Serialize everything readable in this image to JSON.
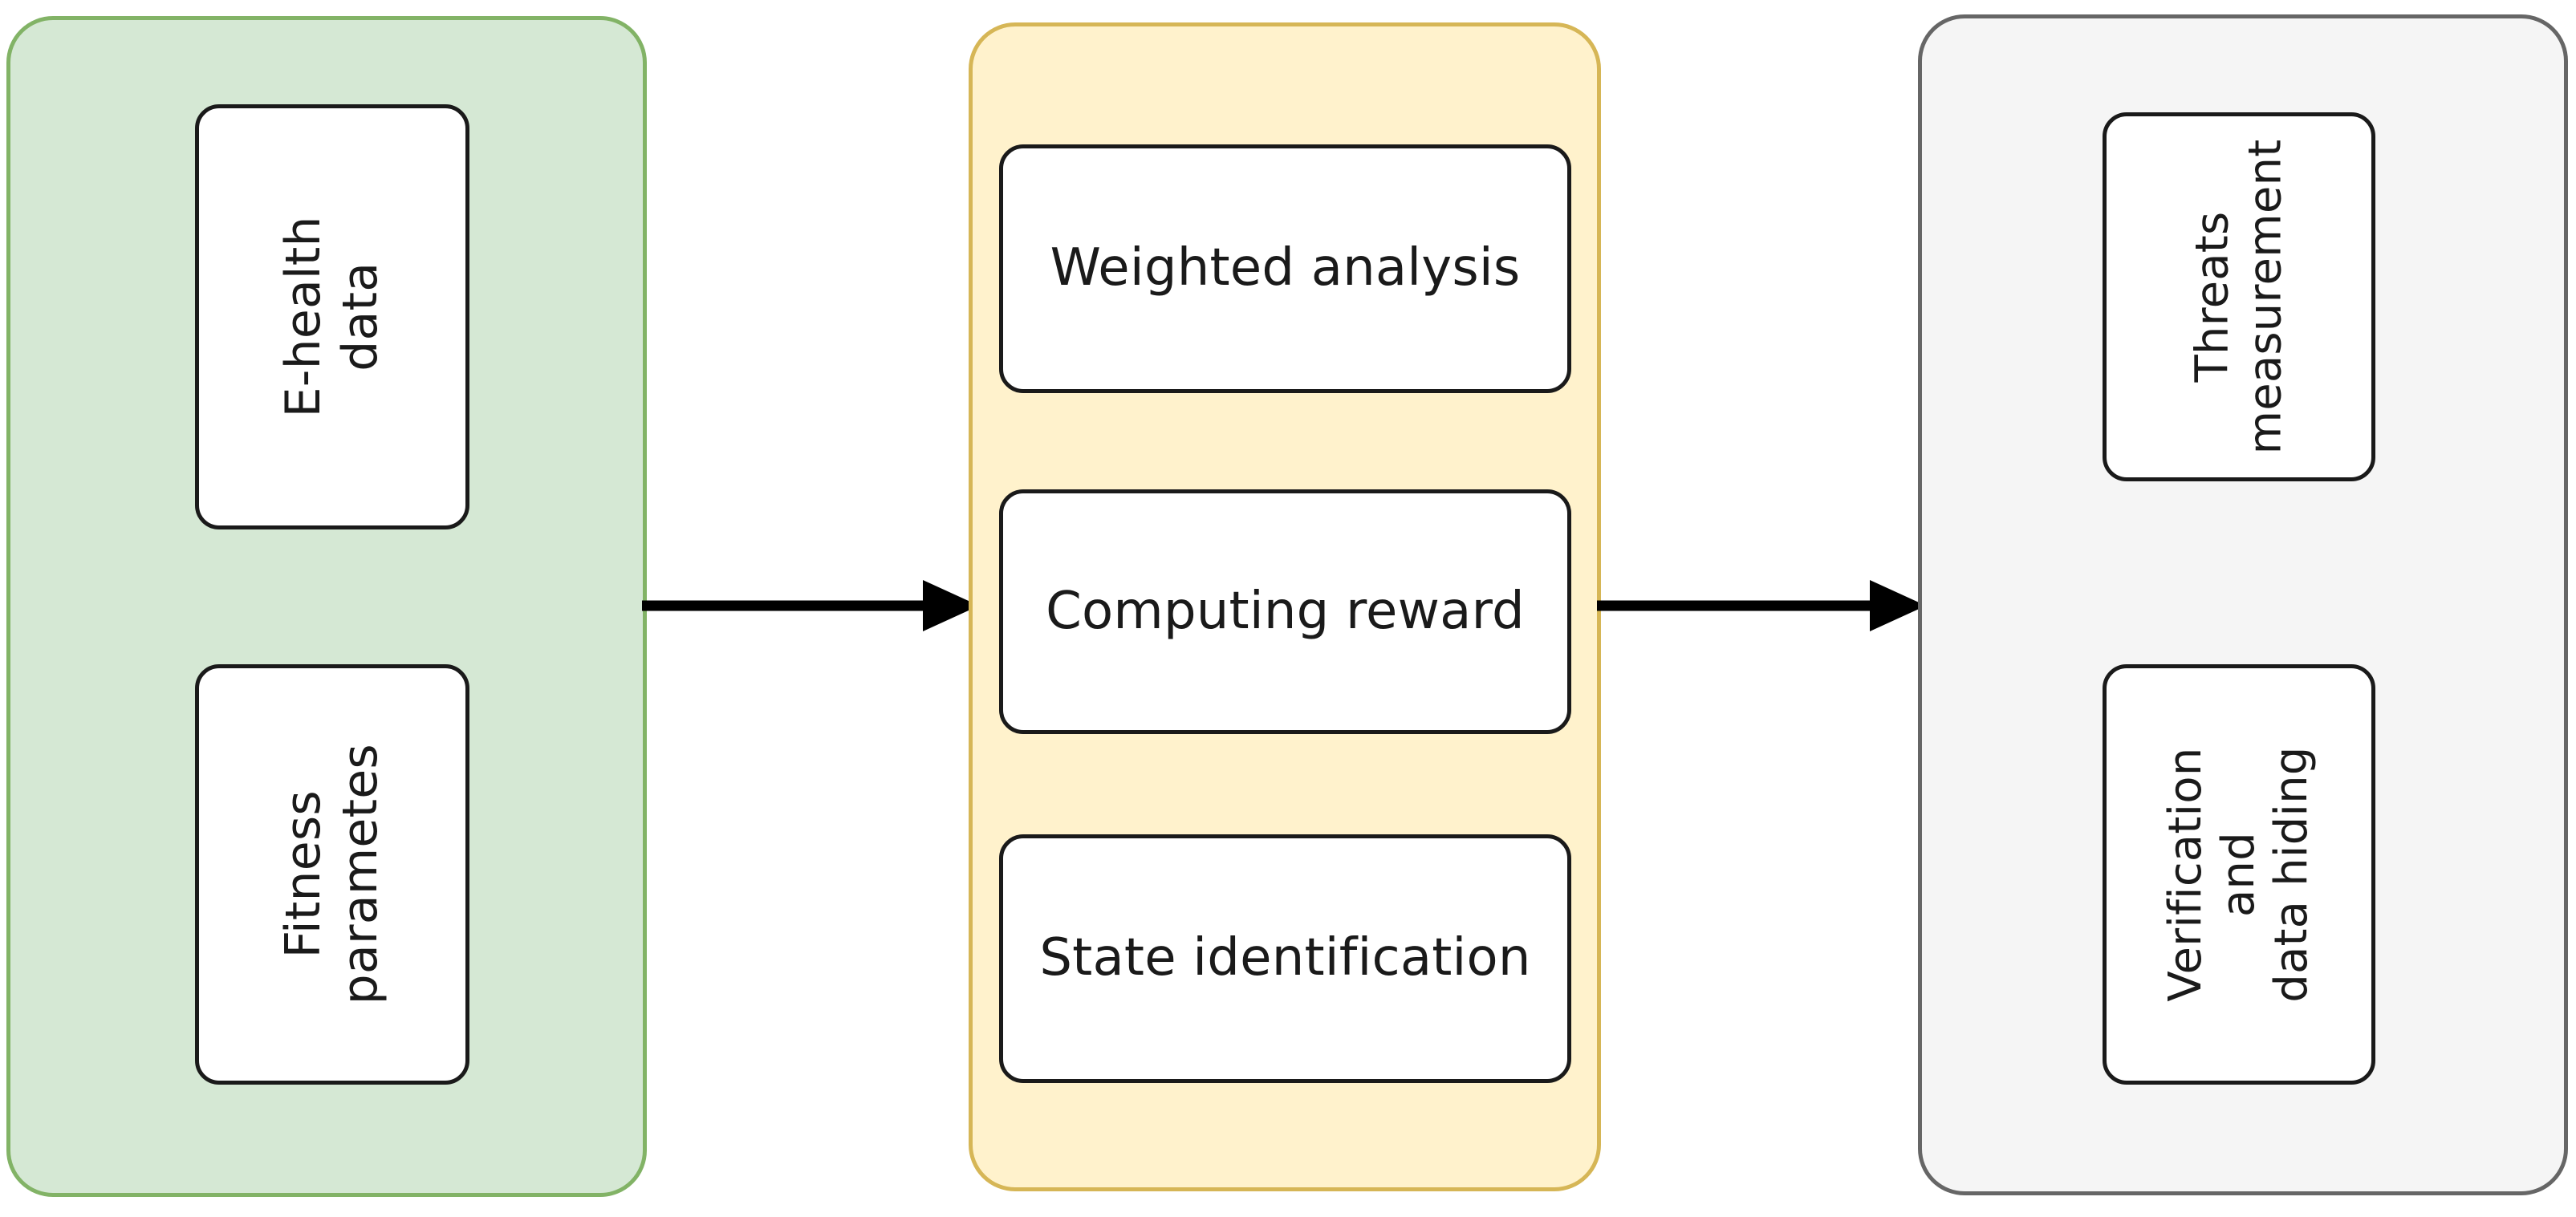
{
  "diagram": {
    "type": "three-stage-pipeline-flowchart",
    "groups": [
      {
        "id": "input-group",
        "name": "green-input-group",
        "fill": "#d5e8d4",
        "stroke": "#82b366",
        "nodes": [
          {
            "id": "e-health-data",
            "label": "E-health data",
            "orientation": "vertical"
          },
          {
            "id": "fitness-parametes",
            "label": "Fitness\nparametes",
            "orientation": "vertical"
          }
        ]
      },
      {
        "id": "processing-group",
        "name": "yellow-processing-group",
        "fill": "#fff2cc",
        "stroke": "#d6b656",
        "nodes": [
          {
            "id": "weighted-analysis",
            "label": "Weighted analysis",
            "orientation": "horizontal"
          },
          {
            "id": "computing-reward",
            "label": "Computing reward",
            "orientation": "horizontal"
          },
          {
            "id": "state-identification",
            "label": "State identification",
            "orientation": "horizontal"
          }
        ]
      },
      {
        "id": "output-group",
        "name": "gray-output-group",
        "fill": "#f5f5f5",
        "stroke": "#666666",
        "nodes": [
          {
            "id": "threats-measurement",
            "label": "Threats\nmeasurement",
            "orientation": "vertical"
          },
          {
            "id": "verification-and-data-hiding",
            "label": "Verification and\ndata hiding",
            "orientation": "vertical"
          }
        ]
      }
    ],
    "connectors": [
      {
        "id": "arrow-input-to-processing",
        "from": "input-group",
        "to": "processing-group",
        "style": "solid-arrow",
        "color": "#000000"
      },
      {
        "id": "arrow-processing-to-output",
        "from": "processing-group",
        "to": "output-group",
        "style": "solid-arrow",
        "color": "#000000"
      }
    ],
    "colors": {
      "node_fill": "#ffffff",
      "node_stroke": "#1a1a1a",
      "text": "#1a1a1a",
      "background": "#ffffff",
      "arrow": "#000000"
    }
  }
}
